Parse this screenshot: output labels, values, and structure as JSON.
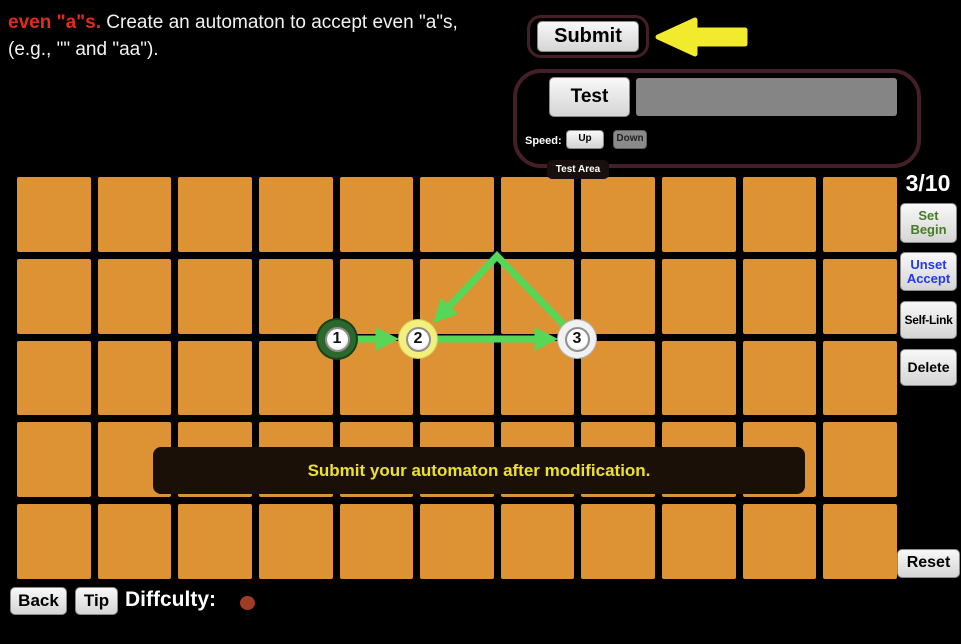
{
  "task": {
    "highlight": "even \"a\"s.",
    "description": "Create an automaton to accept even \"a\"s,",
    "description_line2": "(e.g., \"\" and \"aa\")."
  },
  "submit_button": "Submit",
  "test_panel": {
    "test_button": "Test",
    "input_value": "",
    "speed_label": "Speed:",
    "up_button": "Up",
    "down_button": "Down",
    "tab_label": "Test Area"
  },
  "side_panel": {
    "progress": "3/10",
    "set_begin_line1": "Set",
    "set_begin_line2": "Begin",
    "unset_accept_line1": "Unset",
    "unset_accept_line2": "Accept",
    "self_link": "Self-Link",
    "delete": "Delete",
    "reset": "Reset"
  },
  "banner": "Submit your automaton after modification.",
  "footer": {
    "back": "Back",
    "tip": "Tip",
    "difficulty_label": "Diffculty:",
    "difficulty_level": 1
  },
  "grid": {
    "rows": 5,
    "cols": 11
  },
  "automaton": {
    "states": [
      {
        "label": "1",
        "type": "begin"
      },
      {
        "label": "2",
        "type": "selected"
      },
      {
        "label": "3",
        "type": "normal"
      }
    ],
    "transitions": [
      {
        "from": "1",
        "to": "2"
      },
      {
        "from": "2",
        "to": "3"
      },
      {
        "from": "3",
        "to": "2"
      }
    ]
  },
  "colors": {
    "cell_orange": "#dd9333",
    "arrow_green": "#57d757",
    "begin_ring_green": "#2c682c",
    "selected_ring_yellow": "#f3ef7d",
    "panel_border_maroon": "#451f28",
    "pointer_yellow": "#f2ea2d",
    "banner_text_yellow": "#ece22a",
    "task_highlight_red": "#e32b1d",
    "set_begin_green": "#467c26",
    "unset_accept_blue": "#2438ee",
    "difficulty_dot_red": "#a03c26"
  }
}
